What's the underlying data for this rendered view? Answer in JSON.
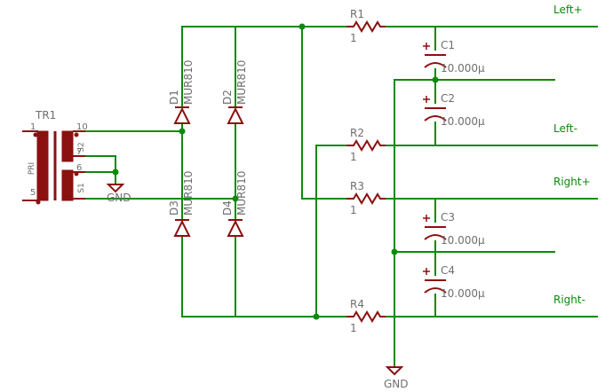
{
  "transformer": {
    "ref": "TR1",
    "primary_label": "PRI",
    "secondary1_label": "S1",
    "secondary2_label": "S2",
    "pin_1": "1",
    "pin_5": "5",
    "pin_10": "10",
    "pin_7": "7",
    "pin_6": "6"
  },
  "gnd_label": "GND",
  "diodes": [
    {
      "ref": "D1",
      "value": "MUR810"
    },
    {
      "ref": "D2",
      "value": "MUR810"
    },
    {
      "ref": "D3",
      "value": "MUR810"
    },
    {
      "ref": "D4",
      "value": "MUR810"
    }
  ],
  "resistors": [
    {
      "ref": "R1",
      "value": "1"
    },
    {
      "ref": "R2",
      "value": "1"
    },
    {
      "ref": "R3",
      "value": "1"
    },
    {
      "ref": "R4",
      "value": "1"
    }
  ],
  "capacitors": [
    {
      "ref": "C1",
      "value": "10.000µ"
    },
    {
      "ref": "C2",
      "value": "10.000µ"
    },
    {
      "ref": "C3",
      "value": "10.000µ"
    },
    {
      "ref": "C4",
      "value": "10.000µ"
    }
  ],
  "outputs": {
    "left_plus": "Left+",
    "left_minus": "Left-",
    "right_plus": "Right+",
    "right_minus": "Right-"
  },
  "colors": {
    "wire": "#0b8a0b",
    "component": "#8b1010",
    "label": "#6e6e6e",
    "background": "#ffffff"
  }
}
